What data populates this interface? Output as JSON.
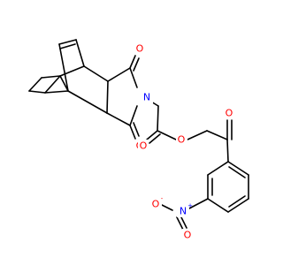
{
  "molecule": {
    "atoms": {
      "imide_n": {
        "label": "N",
        "color": "#0000ff"
      },
      "imide_o_top": {
        "label": "O",
        "color": "#ff0000"
      },
      "imide_o_bottom": {
        "label": "O",
        "color": "#ff0000"
      },
      "ester_carbonyl_o": {
        "label": "O",
        "color": "#ff0000"
      },
      "ester_o": {
        "label": "O",
        "color": "#ff0000"
      },
      "ketone_o": {
        "label": "O",
        "color": "#ff0000"
      },
      "nitro_n": {
        "label": "N",
        "charge": "+",
        "color": "#0000ff"
      },
      "nitro_o_minus": {
        "label": "O",
        "charge": "-",
        "color": "#ff0000"
      },
      "nitro_o_double": {
        "label": "O",
        "color": "#ff0000"
      }
    },
    "colors": {
      "carbon_bond": "#000000",
      "oxygen": "#ff0000",
      "nitrogen": "#0000ff",
      "background": "#ffffff"
    }
  }
}
